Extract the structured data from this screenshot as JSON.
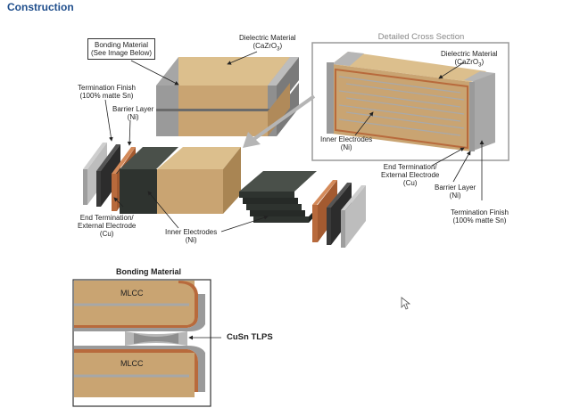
{
  "title": "Construction",
  "cross_section_title": "Detailed Cross Section",
  "labels": {
    "bonding_material": [
      "Bonding Material",
      "(See Image Below)"
    ],
    "dielectric_top": [
      "Dielectric Material",
      "(CaZrO3)"
    ],
    "termination_finish_left": [
      "Termination Finish",
      "(100% matte Sn)"
    ],
    "barrier_layer_left": [
      "Barrier Layer",
      "(Ni)"
    ],
    "end_termination_left": [
      "End Termination/",
      "External Electrode",
      "(Cu)"
    ],
    "inner_electrodes_center": [
      "Inner Electrodes",
      "(Ni)"
    ],
    "dielectric_xs": [
      "Dielectric Material",
      "(CaZrO3)"
    ],
    "inner_electrodes_xs": [
      "Inner Electrodes",
      "(Ni)"
    ],
    "end_termination_xs": [
      "End Termination/",
      "External Electrode",
      "(Cu)"
    ],
    "barrier_layer_xs": [
      "Barrier Layer",
      "(Ni)"
    ],
    "termination_finish_xs": [
      "Termination Finish",
      "(100% matte Sn)"
    ]
  },
  "bonding_section": {
    "title": "Bonding Material",
    "top_label": "MLCC",
    "bottom_label": "MLCC",
    "joint_label": "CuSn TLPS"
  },
  "colors": {
    "title": "#1f4e8c",
    "dielectric": "#c9a472",
    "copper": "#b86a3c",
    "electrode": "#2e332f",
    "tin": "#a8a8a8"
  }
}
